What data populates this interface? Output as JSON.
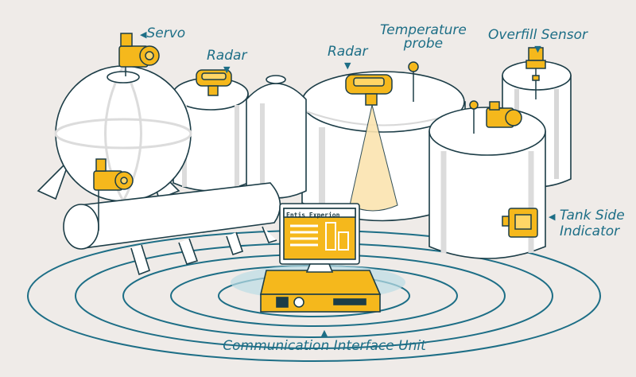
{
  "colors": {
    "background": "#efebe8",
    "outline": "#1c3d47",
    "tank_fill": "#ffffff",
    "accent_yellow": "#f5b81c",
    "wave_blue": "#1d6e86",
    "label_blue": "#1d6e86"
  },
  "labels": {
    "servo": "Servo",
    "radar_left": "Radar",
    "radar_center": "Radar",
    "temperature_probe_line1": "Temperature",
    "temperature_probe_line2": "probe",
    "overfill_sensor": "Overfill Sensor",
    "tank_side_indicator_line1": "Tank Side",
    "tank_side_indicator_line2": "Indicator",
    "communication_interface_unit": "Communication Interface Unit"
  },
  "screen": {
    "title": "Entis Experion"
  },
  "icons": {
    "arrow_left": "◀",
    "arrow_down": "▼",
    "arrow_up": "▲"
  }
}
